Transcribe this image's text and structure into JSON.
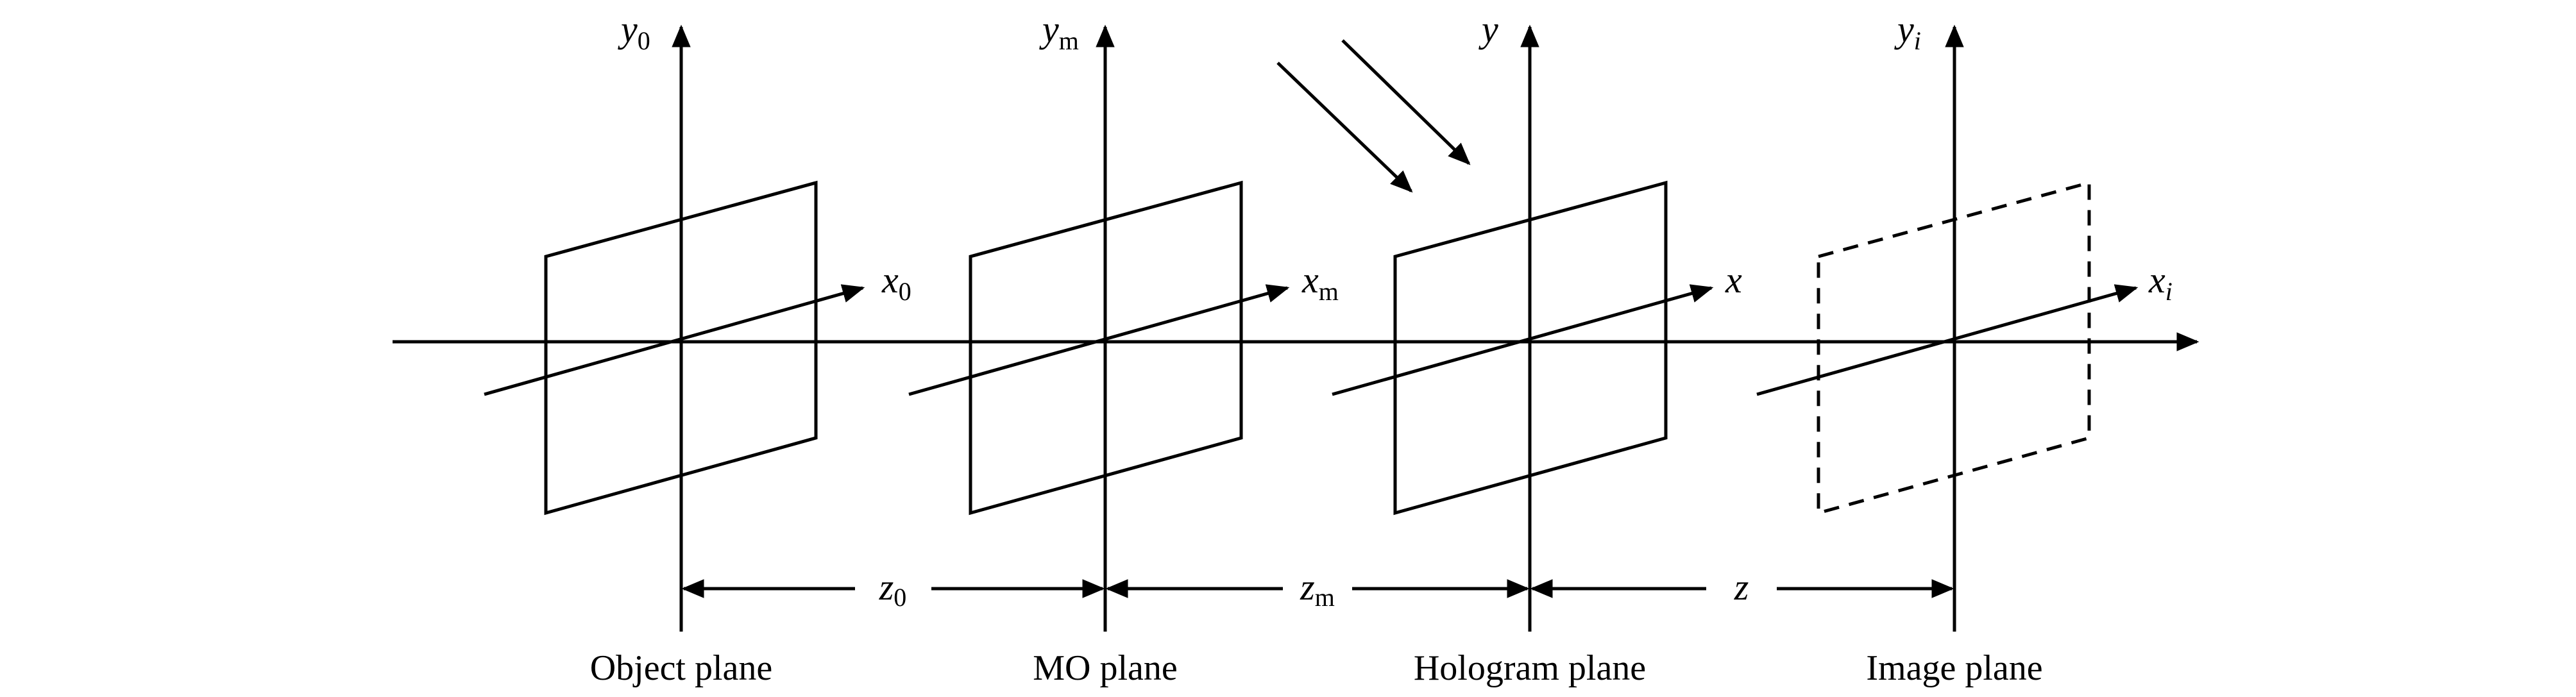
{
  "diagram": {
    "planes": [
      {
        "id": "object",
        "caption": "Object plane",
        "y_axis": {
          "sym": "y",
          "sub": "0",
          "sub_italic": false
        },
        "x_axis": {
          "sym": "x",
          "sub": "0",
          "sub_italic": false
        },
        "dashed": false
      },
      {
        "id": "mo",
        "caption": "MO plane",
        "y_axis": {
          "sym": "y",
          "sub": "m",
          "sub_italic": false
        },
        "x_axis": {
          "sym": "x",
          "sub": "m",
          "sub_italic": false
        },
        "dashed": false
      },
      {
        "id": "hologram",
        "caption": "Hologram plane",
        "y_axis": {
          "sym": "y",
          "sub": "",
          "sub_italic": false
        },
        "x_axis": {
          "sym": "x",
          "sub": "",
          "sub_italic": false
        },
        "dashed": false
      },
      {
        "id": "image",
        "caption": "Image plane",
        "y_axis": {
          "sym": "y",
          "sub": "i",
          "sub_italic": true
        },
        "x_axis": {
          "sym": "x",
          "sub": "i",
          "sub_italic": true
        },
        "dashed": true
      }
    ],
    "distances": [
      {
        "sym": "z",
        "sub": "0"
      },
      {
        "sym": "z",
        "sub": "m"
      },
      {
        "sym": "z",
        "sub": ""
      }
    ],
    "illumination_arrows": 2,
    "colors": {
      "stroke": "#000000",
      "background": "#ffffff"
    }
  }
}
